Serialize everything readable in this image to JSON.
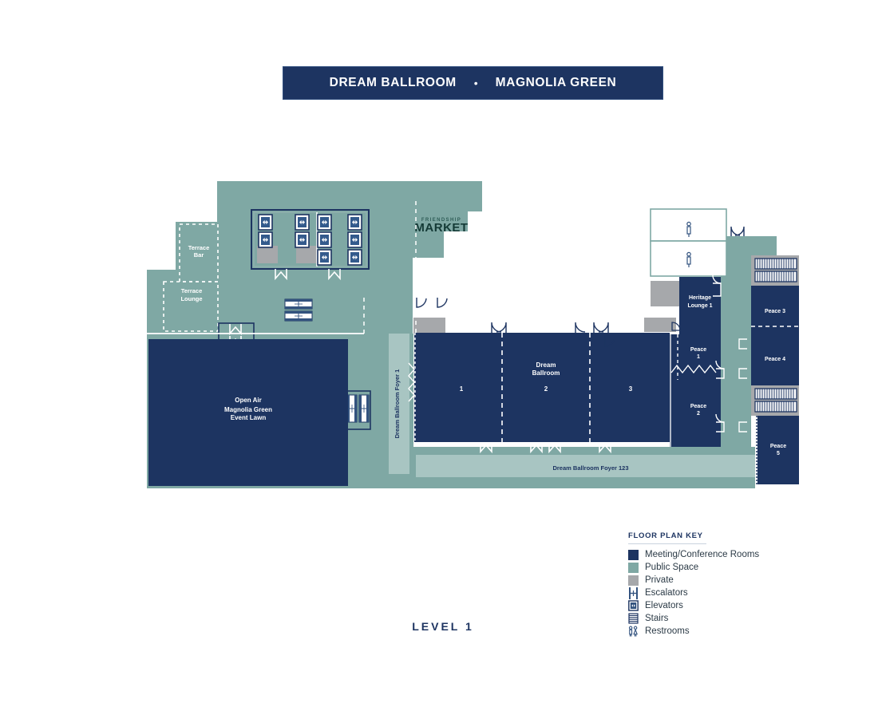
{
  "header": {
    "left_title": "DREAM BALLROOM",
    "separator": "•",
    "right_title": "MAGNOLIA GREEN"
  },
  "level_label": "LEVEL 1",
  "colors": {
    "meeting": "#1d3461",
    "public": "#7fa8a4",
    "public_light": "#a8c5c2",
    "private": "#a6a8ab",
    "white_room": "#ffffff",
    "line_navy": "#1d3461",
    "text_on_dark": "#ffffff",
    "text_on_light": "#1d3461",
    "market_green": "#2f5d57"
  },
  "plan": {
    "rooms": [
      {
        "name": "Terrace Bar",
        "label": "Terrace\nBar",
        "type": "public-dashed"
      },
      {
        "name": "Terrace Lounge",
        "label": "Terrace\nLounge",
        "type": "public-dashed"
      },
      {
        "name": "Friendship Market",
        "label_small": "FRIENDSHIP",
        "label": "MARKET",
        "type": "public"
      },
      {
        "name": "Open Air Magnolia Green Event Lawn",
        "label": "Open Air\nMagnolia Green\nEvent Lawn",
        "type": "meeting"
      },
      {
        "name": "Dream Ballroom Foyer 1",
        "label": "Dream Ballroom Foyer 1",
        "type": "public-light"
      },
      {
        "name": "Dream Ballroom",
        "label": "Dream\nBallroom",
        "type": "meeting"
      },
      {
        "name": "Dream Ballroom 1",
        "label": "1",
        "type": "meeting"
      },
      {
        "name": "Dream Ballroom 2",
        "label": "2",
        "type": "meeting"
      },
      {
        "name": "Dream Ballroom 3",
        "label": "3",
        "type": "meeting"
      },
      {
        "name": "Dream Ballroom Foyer 123",
        "label": "Dream Ballroom Foyer 123",
        "type": "public-light"
      },
      {
        "name": "Heritage Lounge 1",
        "label": "Heritage\nLounge 1",
        "type": "meeting"
      },
      {
        "name": "Peace 1",
        "label": "Peace\n1",
        "type": "meeting"
      },
      {
        "name": "Peace 2",
        "label": "Peace\n2",
        "type": "meeting"
      },
      {
        "name": "Peace 3",
        "label": "Peace 3",
        "type": "meeting"
      },
      {
        "name": "Peace 4",
        "label": "Peace 4",
        "type": "meeting"
      },
      {
        "name": "Peace 5",
        "label": "Peace\n5",
        "type": "meeting"
      }
    ],
    "labels": {
      "terrace_bar_l1": "Terrace",
      "terrace_bar_l2": "Bar",
      "terrace_lounge_l1": "Terrace",
      "terrace_lounge_l2": "Lounge",
      "market_small": "FRIENDSHIP",
      "market_big": "MARKET",
      "lawn_l1": "Open Air",
      "lawn_l2": "Magnolia Green",
      "lawn_l3": "Event Lawn",
      "foyer1": "Dream Ballroom Foyer 1",
      "ballroom_l1": "Dream",
      "ballroom_l2": "Ballroom",
      "ballroom_1": "1",
      "ballroom_2": "2",
      "ballroom_3": "3",
      "foyer123": "Dream Ballroom Foyer 123",
      "heritage_l1": "Heritage",
      "heritage_l2": "Lounge 1",
      "peace1_l1": "Peace",
      "peace1_l2": "1",
      "peace2_l1": "Peace",
      "peace2_l2": "2",
      "peace3": "Peace 3",
      "peace4": "Peace 4",
      "peace5_l1": "Peace",
      "peace5_l2": "5"
    },
    "fixtures": {
      "elevator_count": 11,
      "escalator_banks": 3,
      "stair_banks": 2,
      "restroom_count": 2
    }
  },
  "legend": {
    "title": "FLOOR PLAN KEY",
    "items": [
      {
        "label": "Meeting/Conference Rooms",
        "icon": "swatch-navy",
        "color": "#1d3461"
      },
      {
        "label": "Public Space",
        "icon": "swatch-teal",
        "color": "#7fa8a4"
      },
      {
        "label": "Private",
        "icon": "swatch-gray",
        "color": "#a6a8ab"
      },
      {
        "label": "Escalators",
        "icon": "escalator-icon",
        "color": "#1d3461"
      },
      {
        "label": "Elevators",
        "icon": "elevator-icon",
        "color": "#1d3461"
      },
      {
        "label": "Stairs",
        "icon": "stairs-icon",
        "color": "#1d3461"
      },
      {
        "label": "Restrooms",
        "icon": "restroom-icon",
        "color": "#1d3461"
      }
    ]
  }
}
